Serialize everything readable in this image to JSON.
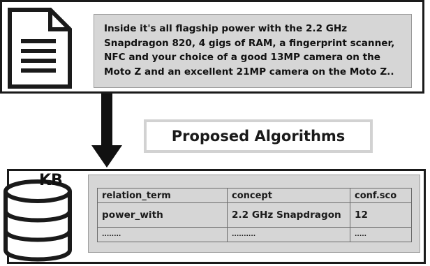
{
  "document": {
    "text_lines": [
      "Inside it's all flagship power with the 2.2 GHz",
      "Snapdragon 820, 4 gigs of RAM, a fingerprint scanner,",
      "NFC and your choice of a good 13MP camera on the",
      "Moto Z and an excellent 21MP camera on the Moto Z.."
    ]
  },
  "algorithms": {
    "label": "Proposed Algorithms"
  },
  "kb": {
    "label": "KB",
    "table": {
      "headers": [
        "relation_term",
        "concept",
        "conf.sco"
      ],
      "rows": [
        [
          "power_with",
          "2.2 GHz Snapdragon",
          "12"
        ],
        [
          "........",
          "..........",
          "....."
        ]
      ]
    }
  },
  "icons": [
    "document-icon",
    "arrow-down-icon",
    "database-icon"
  ]
}
